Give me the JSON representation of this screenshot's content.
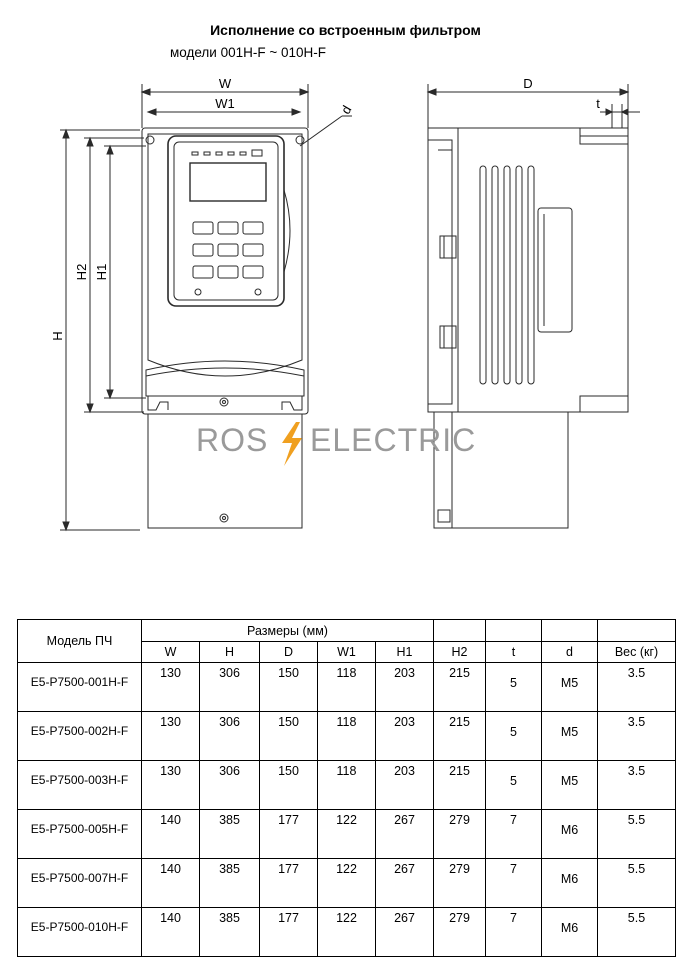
{
  "heading": {
    "title": "Исполнение со встроенным фильтром",
    "subtitle": "модели 001H-F ~ 010H-F"
  },
  "drawing": {
    "labels": {
      "W": "W",
      "W1": "W1",
      "d": "d",
      "H": "H",
      "H1": "H1",
      "H2": "H2",
      "D": "D",
      "t": "t"
    },
    "watermark_left": "ROS",
    "watermark_right": "ELECTRIC",
    "bolt_color": "#f0a020",
    "line_color": "#2a2a2a"
  },
  "table": {
    "model_header": "Модель ПЧ",
    "dims_header": "Размеры (мм)",
    "cols": [
      "W",
      "H",
      "D",
      "W1",
      "H1",
      "H2",
      "t",
      "d",
      "Вес (кг)"
    ],
    "rows": [
      {
        "model": "E5-P7500-001H-F",
        "W": "130",
        "H": "306",
        "D": "150",
        "W1": "118",
        "H1": "203",
        "H2": "215",
        "t": "5",
        "d": "M5",
        "weight": "3.5"
      },
      {
        "model": "E5-P7500-002H-F",
        "W": "130",
        "H": "306",
        "D": "150",
        "W1": "118",
        "H1": "203",
        "H2": "215",
        "t": "5",
        "d": "M5",
        "weight": "3.5"
      },
      {
        "model": "E5-P7500-003H-F",
        "W": "130",
        "H": "306",
        "D": "150",
        "W1": "118",
        "H1": "203",
        "H2": "215",
        "t": "5",
        "d": "M5",
        "weight": "3.5"
      },
      {
        "model": "E5-P7500-005H-F",
        "W": "140",
        "H": "385",
        "D": "177",
        "W1": "122",
        "H1": "267",
        "H2": "279",
        "t": "7",
        "d": "M6",
        "weight": "5.5"
      },
      {
        "model": "E5-P7500-007H-F",
        "W": "140",
        "H": "385",
        "D": "177",
        "W1": "122",
        "H1": "267",
        "H2": "279",
        "t": "7",
        "d": "M6",
        "weight": "5.5"
      },
      {
        "model": "E5-P7500-010H-F",
        "W": "140",
        "H": "385",
        "D": "177",
        "W1": "122",
        "H1": "267",
        "H2": "279",
        "t": "7",
        "d": "M6",
        "weight": "5.5"
      }
    ]
  }
}
